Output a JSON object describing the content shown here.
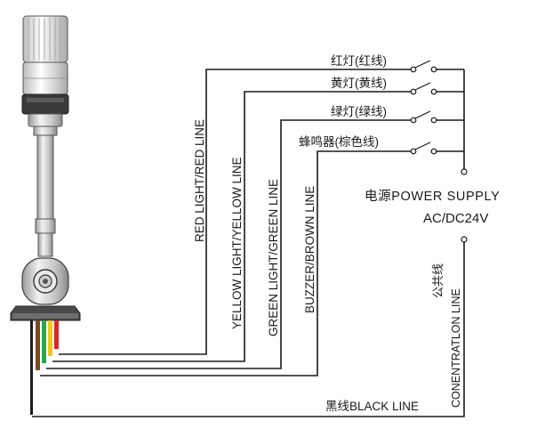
{
  "wires": {
    "red_vertical": "RED LIGHT/RED LINE",
    "yellow_vertical": "YELLOW LIGHT/YELLOW LINE",
    "green_vertical": "GREEN LIGHT/GREEN LINE",
    "buzzer_vertical": "BUZZER/BROWN LINE",
    "black_line": "黑线BLACK LINE"
  },
  "switches": {
    "red": "红灯(红线)",
    "yellow": "黄灯(黄线)",
    "green": "绿灯(绿线)",
    "buzzer": "蜂鸣器(棕色线)"
  },
  "power": {
    "label": "电源POWER SUPPLY",
    "voltage": "AC/DC24V"
  },
  "common": {
    "label_cn": "公共线",
    "label_en": "CONENTRATLON LINE"
  },
  "colors": {
    "red_wire": "#d8262b",
    "yellow_wire": "#f2c81a",
    "green_wire": "#2aa84a",
    "brown_wire": "#7a4a22",
    "black_wire": "#1a1a1a"
  }
}
